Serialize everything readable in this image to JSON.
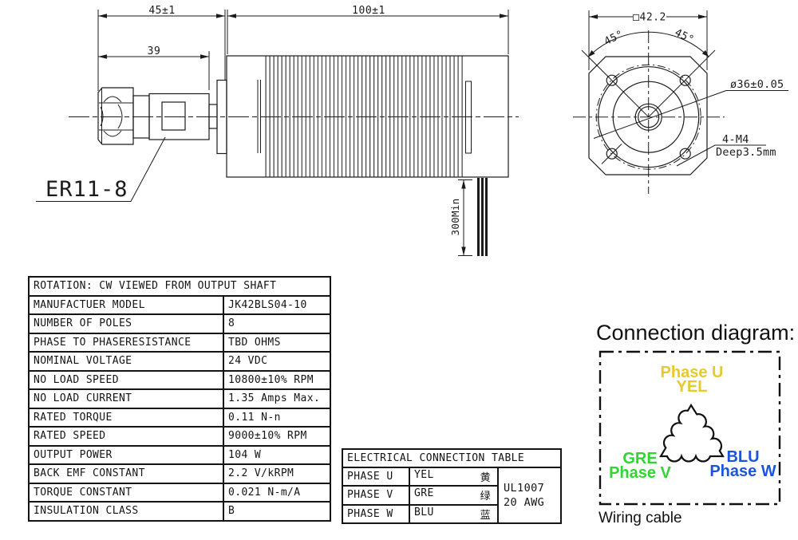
{
  "side_view": {
    "dim_collet_overall": "45±1",
    "dim_collet_body": "39",
    "dim_motor_length": "100±1",
    "dim_cable_length": "300Min",
    "collet_label": "ER11-8"
  },
  "front_view": {
    "dim_flange": "□42.2",
    "angle_left": "45°",
    "angle_right": "45°",
    "dim_pilot": "ø36±0.05",
    "holes_callout_line1": "4-M4",
    "holes_callout_line2": "Deep3.5mm"
  },
  "spec_table": {
    "title_row": "ROTATION: CW VIEWED FROM OUTPUT SHAFT",
    "rows": [
      {
        "label": "MANUFACTUER MODEL",
        "value": "JK42BLS04-10"
      },
      {
        "label": "NUMBER OF POLES",
        "value": "8"
      },
      {
        "label": "PHASE TO PHASERESISTANCE",
        "value": "TBD OHMS"
      },
      {
        "label": "NOMINAL VOLTAGE",
        "value": "24 VDC"
      },
      {
        "label": "NO LOAD SPEED",
        "value": "10800±10% RPM"
      },
      {
        "label": "NO LOAD CURRENT",
        "value": "1.35 Amps Max."
      },
      {
        "label": "RATED TORQUE",
        "value": "0.11 N-n"
      },
      {
        "label": "RATED SPEED",
        "value": "9000±10% RPM"
      },
      {
        "label": "OUTPUT POWER",
        "value": "104 W"
      },
      {
        "label": "BACK EMF CONSTANT",
        "value": "2.2 V/kRPM"
      },
      {
        "label": "TORQUE CONSTANT",
        "value": "0.021 N-m/A"
      },
      {
        "label": "INSULATION CLASS",
        "value": "B"
      }
    ]
  },
  "electrical_table": {
    "title": "ELECTRICAL CONNECTION TABLE",
    "rows": [
      {
        "phase": "PHASE U",
        "color_code": "YEL",
        "color_cn": "黄"
      },
      {
        "phase": "PHASE V",
        "color_code": "GRE",
        "color_cn": "绿"
      },
      {
        "phase": "PHASE W",
        "color_code": "BLU",
        "color_cn": "蓝"
      }
    ],
    "cable_spec_line1": "UL1007",
    "cable_spec_line2": "20 AWG"
  },
  "connection_diagram": {
    "title": "Connection diagram:",
    "phase_u": {
      "name": "Phase U",
      "code": "YEL",
      "color": "#e8c92a"
    },
    "phase_v": {
      "name": "Phase V",
      "code": "GRE",
      "color": "#30d630"
    },
    "phase_w": {
      "name": "Phase W",
      "code": "BLU",
      "color": "#1c55dc"
    },
    "caption": "Wiring cable"
  }
}
